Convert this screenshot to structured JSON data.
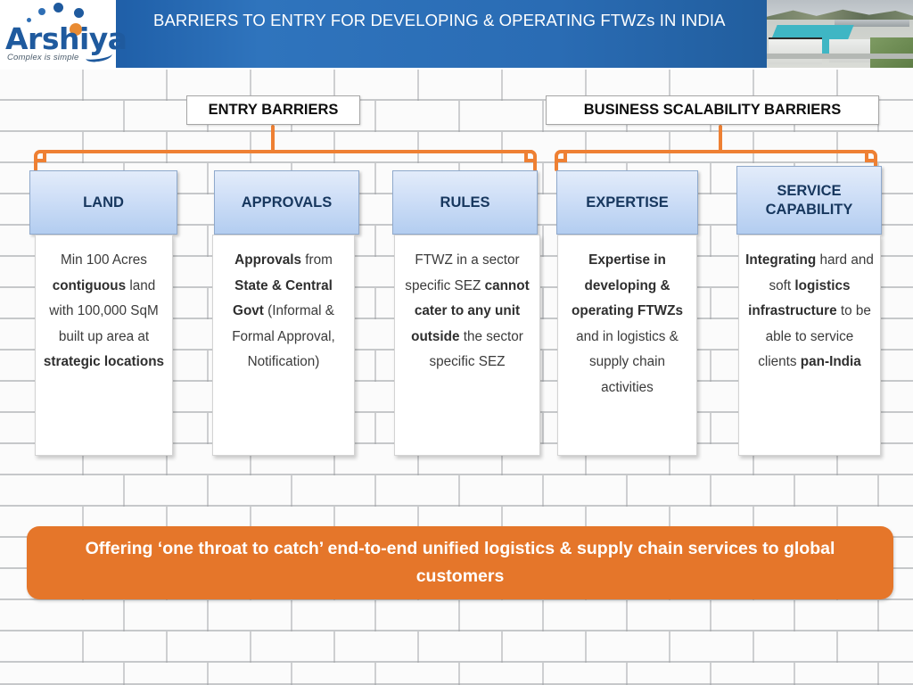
{
  "header": {
    "title": "BARRIERS TO ENTRY FOR DEVELOPING & OPERATING FTWZs IN INDIA",
    "brand_name": "Arshiya",
    "brand_tagline": "Complex is simple",
    "photo_alt": "aerial-warehouse-facility-photo",
    "band_color": "#2a6cb4",
    "brand_color": "#1f5a9e"
  },
  "groups": [
    {
      "id": "entry",
      "label": "ENTRY BARRIERS"
    },
    {
      "id": "scale",
      "label": "BUSINESS SCALABILITY BARRIERS"
    }
  ],
  "columns": [
    {
      "title": "LAND",
      "body_html": "Min 100 Acres <b>contiguous</b> land with 100,000 SqM built up area at <b>strategic locations</b>",
      "body_text": "Min 100 Acres contiguous land with 100,000 SqM built up area at strategic locations"
    },
    {
      "title": "APPROVALS",
      "body_html": "<b>Approvals</b> from <b>State &amp; Central Govt</b> (Informal &amp; Formal Approval, Notification)",
      "body_text": "Approvals from State & Central Govt (Informal & Formal Approval, Notification)"
    },
    {
      "title": "RULES",
      "body_html": "FTWZ in a sector specific SEZ <b>cannot cater to any unit outside</b> the sector specific SEZ",
      "body_text": "FTWZ in a sector specific SEZ cannot cater to any unit outside the sector specific SEZ"
    },
    {
      "title": "EXPERTISE",
      "body_html": "<b>Expertise in developing &amp; operating FTWZs</b> and in logistics &amp; supply chain activities",
      "body_text": "Expertise in developing & operating FTWZs and in logistics & supply chain activities"
    },
    {
      "title": "SERVICE CAPABILITY",
      "body_html": "<b>Integrating</b> hard and soft <b>logistics infrastructure</b> to be able to service clients <b>pan-India</b>",
      "body_text": "Integrating hard and soft logistics infrastructure to be able to service clients pan-India"
    }
  ],
  "footer": {
    "text": "Offering ‘one throat to catch’ end-to-end unified logistics & supply chain services to global customers",
    "background_color": "#e5762a"
  },
  "accent": {
    "bracket_color": "#ee8033",
    "header_box_fill": "#cfdff7",
    "header_box_text": "#17375e"
  }
}
